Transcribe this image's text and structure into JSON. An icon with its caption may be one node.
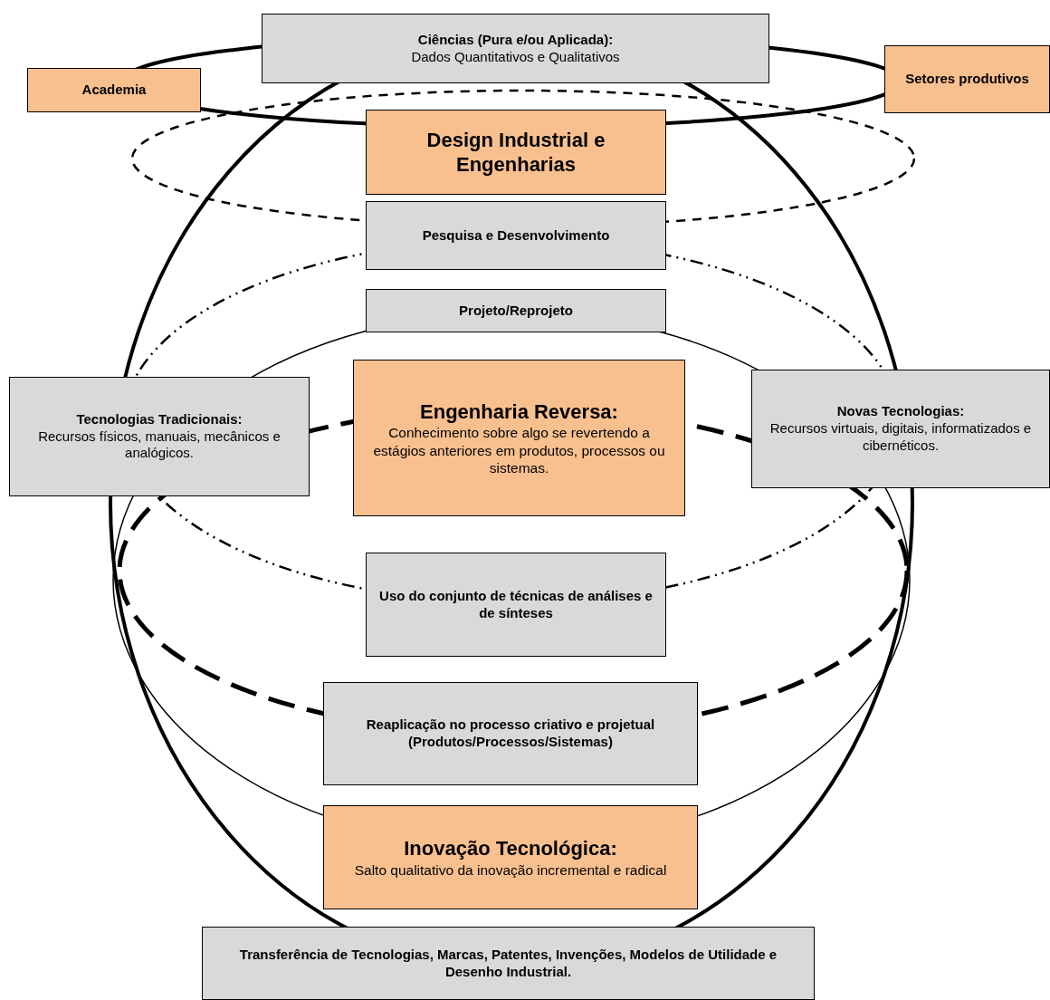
{
  "diagram": {
    "nodes": [
      {
        "text": [
          "Ciências (Pura e/ou Aplicada):",
          "Dados Quantitativos e Qualitativos"
        ]
      },
      {
        "text": [
          "Academia"
        ]
      },
      {
        "text": [
          "Setores produtivos"
        ]
      },
      {
        "text": [
          "Design Industrial e Engenharias"
        ]
      },
      {
        "text": [
          "Pesquisa e Desenvolvimento"
        ]
      },
      {
        "text": [
          "Projeto/Reprojeto"
        ]
      },
      {
        "text": [
          "Tecnologias Tradicionais:",
          "Recursos físicos, manuais, mecânicos e analógicos."
        ]
      },
      {
        "text": [
          "Engenharia Reversa:",
          "Conhecimento sobre algo se revertendo a estágios anteriores em produtos, processos ou sistemas."
        ]
      },
      {
        "text": [
          "Novas Tecnologias:",
          "Recursos virtuais, digitais, informatizados e cibernéticos."
        ]
      },
      {
        "text": [
          "Uso do conjunto de técnicas de análises e de sínteses"
        ]
      },
      {
        "text": [
          "Reaplicação no processo criativo e projetual (Produtos/Processos/Sistemas)"
        ]
      },
      {
        "text": [
          "Inovação Tecnológica:",
          "Salto qualitativo da inovação incremental e radical"
        ]
      },
      {
        "text": [
          "Transferência de Tecnologias, Marcas, Patentes, Invenções, Modelos de Utilidade e Desenho Industrial."
        ]
      }
    ],
    "edges": []
  }
}
